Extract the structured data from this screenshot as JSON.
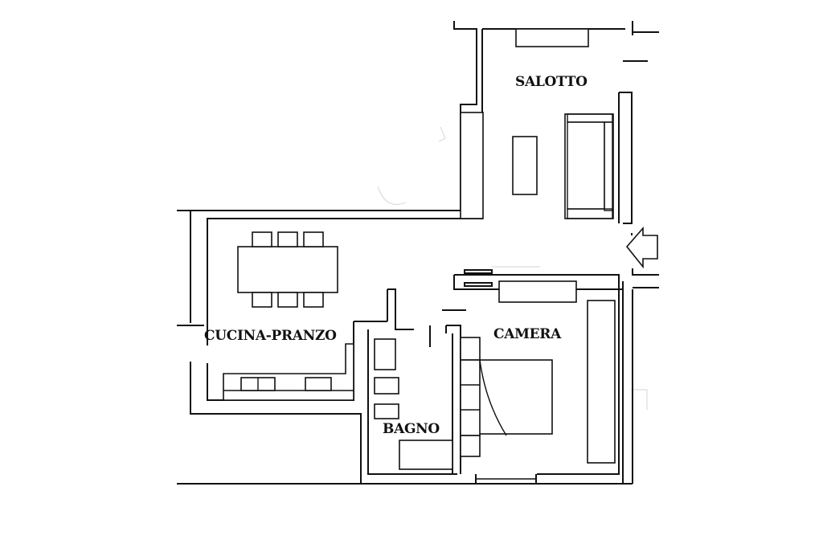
{
  "rooms": {
    "living": "SALOTTO",
    "kitchen": "CUCINA-PRANZO",
    "bedroom": "CAMERA",
    "bathroom": "BAGNO"
  },
  "icons": {
    "entrance": "entrance-arrow-icon"
  }
}
